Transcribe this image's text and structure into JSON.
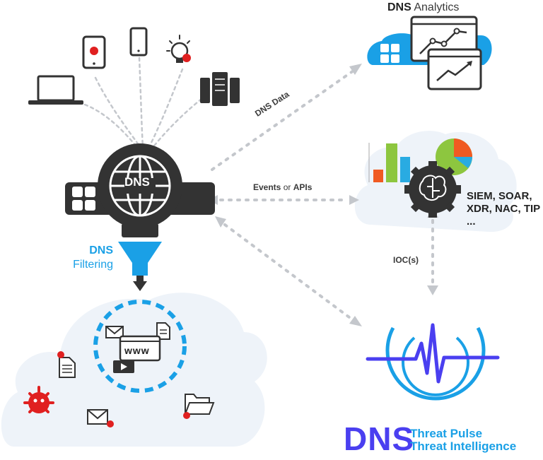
{
  "header": {
    "analytics_bold": "DNS",
    "analytics_rest": " Analytics"
  },
  "hub": {
    "globe_label": "DNS"
  },
  "filtering": {
    "bold": "DNS",
    "rest": "Filtering"
  },
  "edges": {
    "dns_data": "DNS Data",
    "events_bold": "Events",
    "events_or": " or ",
    "events_apis": "APIs",
    "ioc": "IOC(s)"
  },
  "siem": {
    "line1": "SIEM, SOAR,",
    "line2": "XDR, NAC, TIP",
    "line3": "..."
  },
  "cloud": {
    "www_label": "www"
  },
  "brand": {
    "dns": "DNS",
    "line1": "Threat Pulse",
    "line2": "Threat Intelligence"
  },
  "colors": {
    "dark": "#333333",
    "blue": "#1aa0e6",
    "accent": "#e02020",
    "brand_purple": "#4a3ff0",
    "cloud": "#eef3f9",
    "dots": "#b8bcc4",
    "bar_orange": "#f05a22",
    "bar_green": "#8dc63f",
    "bar_blue": "#29abe2"
  },
  "icons": [
    "laptop-icon",
    "tablet-malware-icon",
    "phone-icon",
    "lightbulb-icon",
    "server-icon",
    "globe-icon",
    "funnel-icon",
    "email-icon",
    "document-icon",
    "video-icon",
    "folder-icon",
    "malware-icon",
    "gear-brain-icon",
    "pulse-icon",
    "line-chart-icon",
    "pie-chart-icon",
    "bar-chart-icon"
  ]
}
